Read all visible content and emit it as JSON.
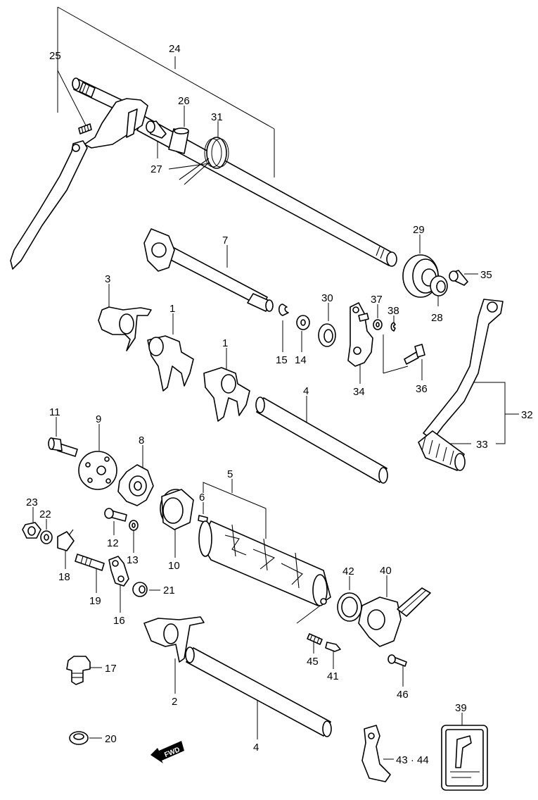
{
  "diagram": {
    "fwd_label": "FWD",
    "callouts": [
      "25",
      "24",
      "26",
      "31",
      "27",
      "7",
      "29",
      "35",
      "3",
      "1",
      "30",
      "37",
      "38",
      "28",
      "1",
      "15",
      "14",
      "34",
      "36",
      "4",
      "32",
      "33",
      "11",
      "9",
      "8",
      "5",
      "6",
      "23",
      "22",
      "12",
      "13",
      "10",
      "18",
      "19",
      "16",
      "21",
      "42",
      "40",
      "17",
      "2",
      "45",
      "41",
      "46",
      "4",
      "39",
      "20",
      "43 · 44"
    ]
  }
}
